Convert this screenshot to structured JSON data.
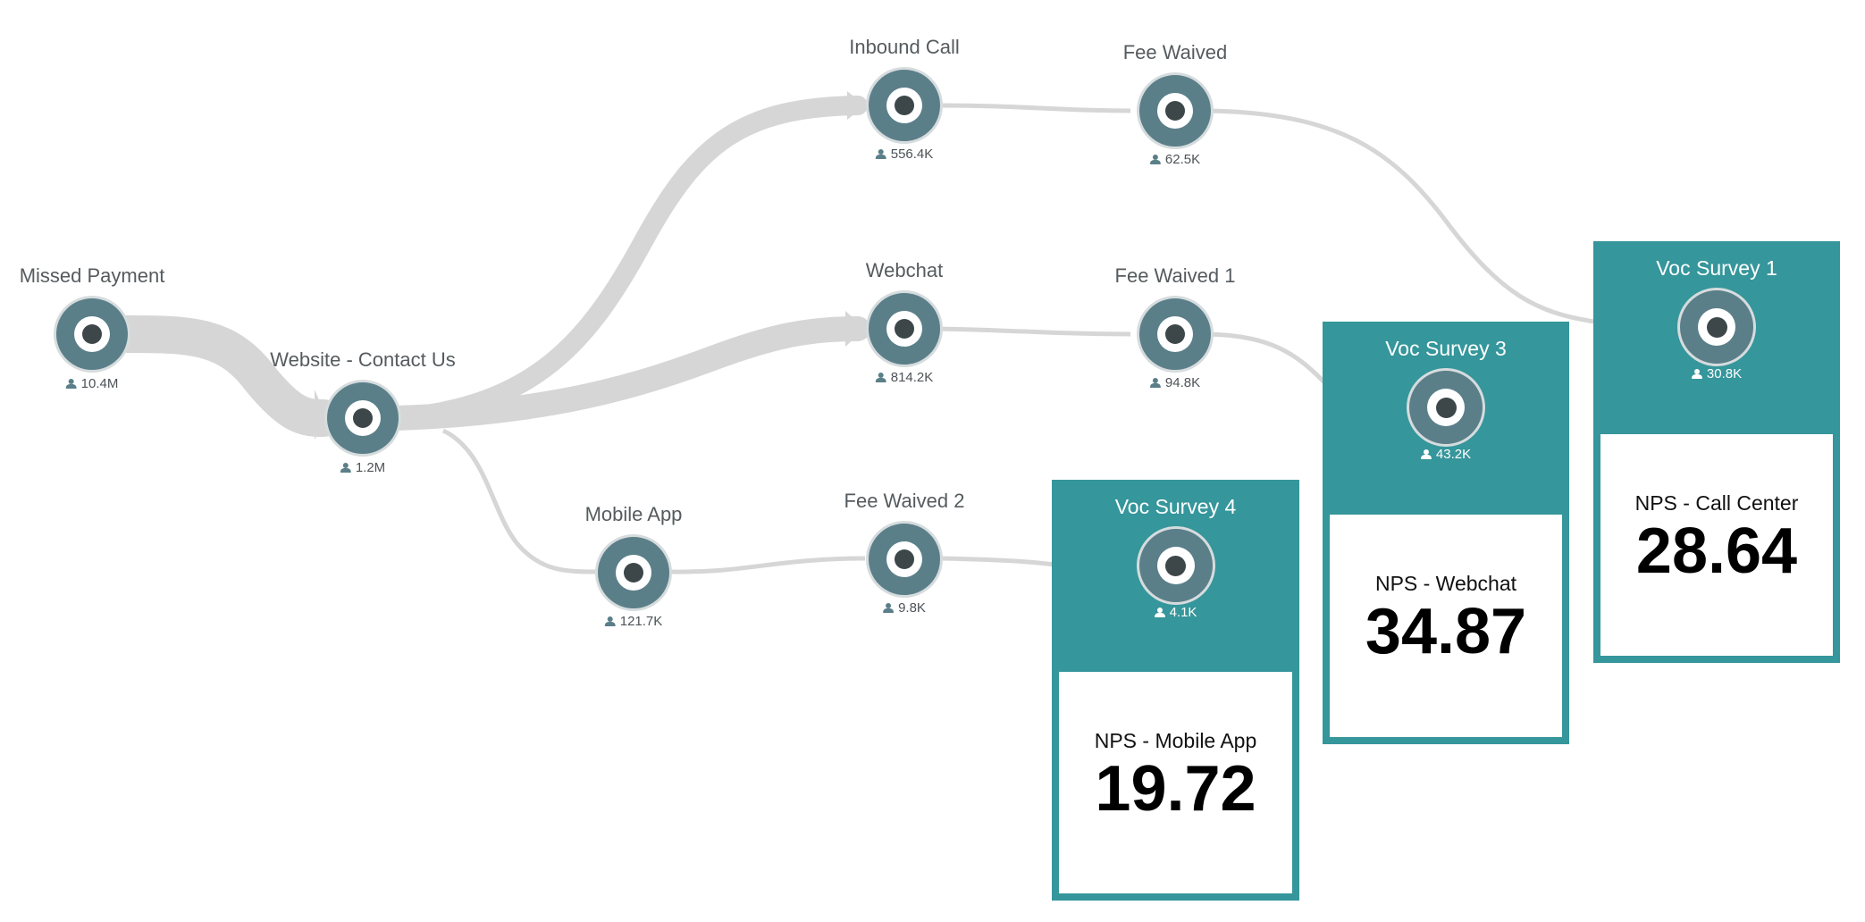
{
  "colors": {
    "node": "#5b7f89",
    "link": "#d6d6d6",
    "survey": "#35969b"
  },
  "nodes": {
    "missed_payment": {
      "label": "Missed Payment",
      "count": "10.4M"
    },
    "website_contact": {
      "label": "Website - Contact Us",
      "count": "1.2M"
    },
    "inbound_call": {
      "label": "Inbound Call",
      "count": "556.4K"
    },
    "webchat": {
      "label": "Webchat",
      "count": "814.2K"
    },
    "mobile_app": {
      "label": "Mobile App",
      "count": "121.7K"
    },
    "fee_waived": {
      "label": "Fee Waived",
      "count": "62.5K"
    },
    "fee_waived_1": {
      "label": "Fee Waived 1",
      "count": "94.8K"
    },
    "fee_waived_2": {
      "label": "Fee Waived 2",
      "count": "9.8K"
    }
  },
  "surveys": {
    "voc1": {
      "title": "Voc Survey 1",
      "count": "30.8K",
      "metric_label": "NPS - Call Center",
      "metric_value": "28.64"
    },
    "voc3": {
      "title": "Voc Survey 3",
      "count": "43.2K",
      "metric_label": "NPS - Webchat",
      "metric_value": "34.87"
    },
    "voc4": {
      "title": "Voc Survey 4",
      "count": "4.1K",
      "metric_label": "NPS - Mobile App",
      "metric_value": "19.72"
    }
  }
}
